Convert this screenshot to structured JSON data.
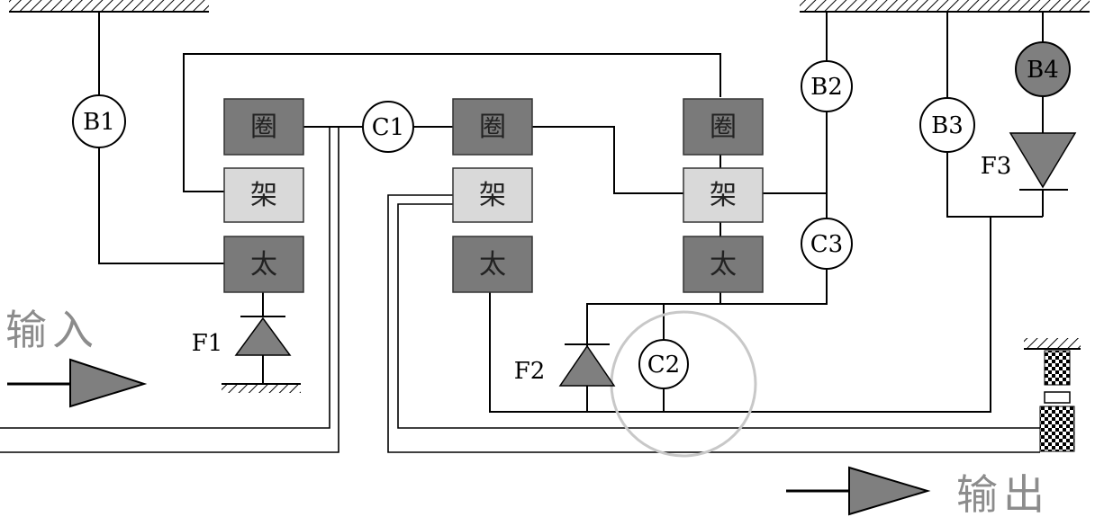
{
  "labels": {
    "B1": "B1",
    "B2": "B2",
    "B3": "B3",
    "B4": "B4",
    "C1": "C1",
    "C2": "C2",
    "C3": "C3",
    "F1": "F1",
    "F2": "F2",
    "F3": "F3"
  },
  "gear_sets": [
    {
      "ring": "圈",
      "carrier": "架",
      "sun": "太"
    },
    {
      "ring": "圈",
      "carrier": "架",
      "sun": "太"
    },
    {
      "ring": "圈",
      "carrier": "架",
      "sun": "太"
    }
  ],
  "io": {
    "input": "输入",
    "output": "输出"
  },
  "colors": {
    "dark_box": "#7a7a7a",
    "light_box": "#d9d9d9",
    "highlight_ring": "#c8c8c8",
    "text_gray": "#8c8c8c"
  }
}
